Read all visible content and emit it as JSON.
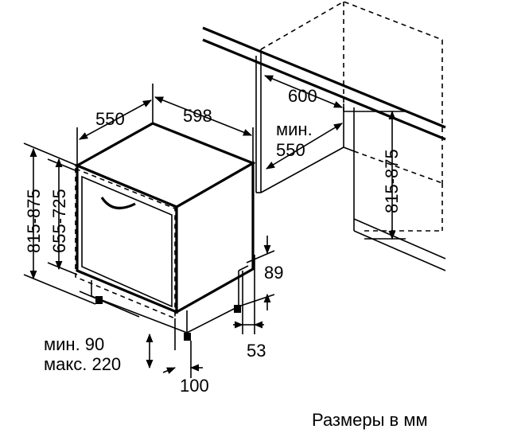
{
  "labels": {
    "dim_550": "550",
    "dim_598": "598",
    "dim_600": "600",
    "min_prefix": "мин.",
    "min_550_value": "550",
    "dim_815_875_left": "815-875",
    "dim_655_725": "655-725",
    "dim_815_875_right": "815-875",
    "dim_89": "89",
    "dim_53": "53",
    "dim_100": "100",
    "min_90": "мин. 90",
    "max_220": "макс. 220",
    "caption": "Размеры в мм"
  }
}
